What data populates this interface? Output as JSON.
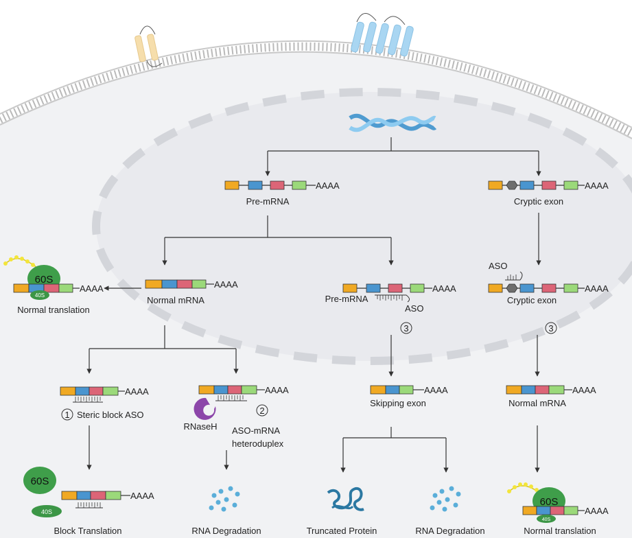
{
  "colors": {
    "orange": "#f0a923",
    "blue": "#4a95cf",
    "pink": "#dc6577",
    "green": "#9bd97a",
    "line": "#333333",
    "cell_bg": "#f1f2f4",
    "nucleus_bg": "#e9eaee",
    "nucleus_dash": "#d3d5da",
    "membrane": "#c2c2c2",
    "ribosome_60s": "#3f9e4a",
    "ribosome_40s": "#3c9646",
    "peptide": "#f3e53a",
    "rnaseh": "#8c46a9",
    "degraded": "#5aaed9",
    "protein": "#2b78a2",
    "cryptic": "#6e6e6e",
    "dna": "#6fb4e0",
    "channel_yellow": "#f6deac",
    "channel_blue": "#a9d6f2"
  },
  "labels": {
    "poly_a": "AAAA",
    "pre_mrna": "Pre-mRNA",
    "cryptic_exon_top": "Cryptic exon",
    "normal_mrna": "Normal mRNA",
    "normal_translation_left": "Normal translation",
    "pre_mrna_aso": "Pre-mRNA",
    "aso_center": "ASO",
    "aso_right": "ASO",
    "cryptic_exon_aso": "Cryptic exon",
    "steric_block": "Steric block ASO",
    "rnaseh": "RNaseH",
    "heteroduplex_1": "ASO-mRNA",
    "heteroduplex_2": "heteroduplex",
    "skipping_exon": "Skipping exon",
    "normal_mrna_right": "Normal mRNA",
    "block_translation": "Block Translation",
    "rna_degradation_1": "RNA Degradation",
    "truncated_protein": "Truncated Protein",
    "rna_degradation_2": "RNA Degradation",
    "normal_translation_right": "Normal translation",
    "ribo_60s": "60S",
    "ribo_40s": "40S",
    "step_1": "1",
    "step_2": "2",
    "step_3a": "3",
    "step_3b": "3"
  }
}
